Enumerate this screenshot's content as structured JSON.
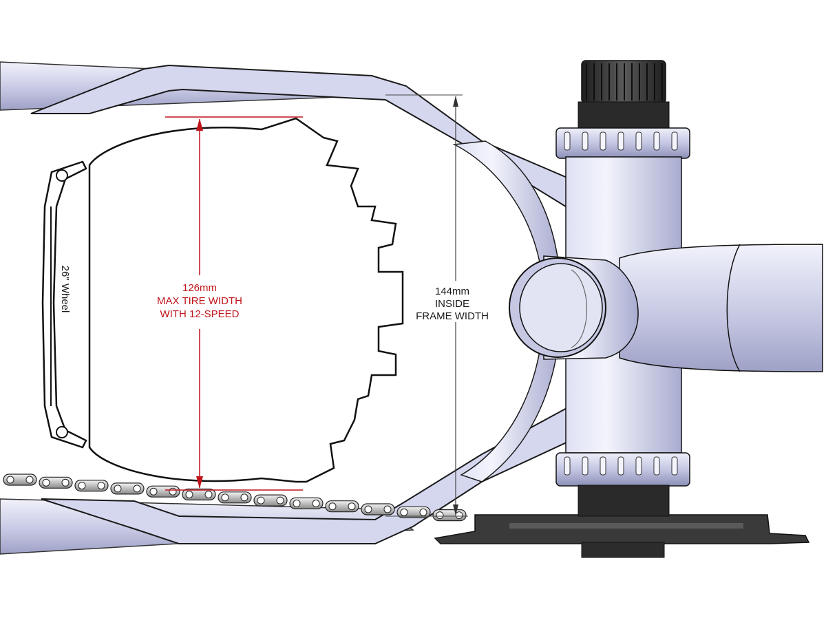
{
  "diagram": {
    "tire_dimension": {
      "value": "126mm",
      "line1": "MAX TIRE WIDTH",
      "line2": "WITH 12-SPEED"
    },
    "frame_dimension": {
      "value": "144mm",
      "line1": "INSIDE",
      "line2": "FRAME WIDTH"
    },
    "wheel_label": "26\" Wheel"
  },
  "colors": {
    "dimension_red": "#c0141a",
    "tube_fill": "#c9cbe6",
    "tube_light": "#eceef9",
    "stay_fill": "#d3d5ee",
    "knob_dark": "#262626",
    "outline": "#1a1a1a"
  },
  "icons": [
    "tire-profile-icon",
    "chain-icon",
    "chainring-icon",
    "bottom-bracket-icon"
  ]
}
